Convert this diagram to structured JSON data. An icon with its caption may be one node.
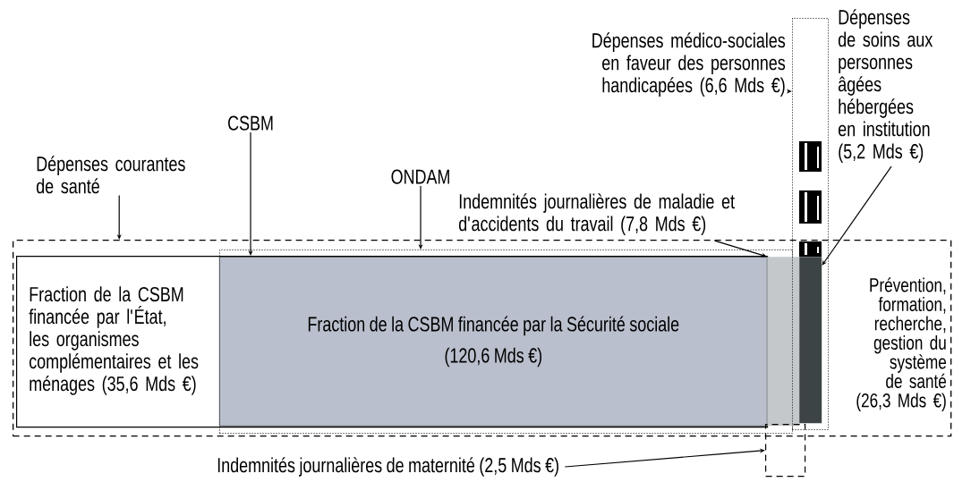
{
  "diagram": {
    "nodes": [
      {
        "text": [
          "Dépenses courantes de santé"
        ]
      },
      {
        "text": [],
        "shape": "box"
      },
      {
        "text": [
          "CSBM"
        ]
      },
      {
        "text": [],
        "shape": "box",
        "in": 1
      },
      {
        "text": [
          "Fraction de la CSBM financée par l'État, les organismes complémentaires et les ménages (35,6 Mds €)"
        ],
        "in": 3
      },
      {
        "text": [
          "ONDAM"
        ]
      },
      {
        "text": [],
        "shape": "box",
        "in": 1
      },
      {
        "text": [
          "Fraction de la CSBM financée par la Sécurité sociale",
          "(120,6 Mds €)"
        ],
        "in": 3
      },
      {
        "text": [
          "Indemnités journalières de maladie et d'accidents du travail (7,8 Mds €)"
        ]
      },
      {
        "text": [],
        "shape": "bar",
        "in": 6
      },
      {
        "text": [
          "Dépenses médico-sociales en faveur des personnes handicapées (6,6 Mds €)"
        ]
      },
      {
        "text": [],
        "shape": "box"
      },
      {
        "text": [
          "Dépenses de soins aux personnes âgées hébergées en institution (5,2 Mds €)"
        ]
      },
      {
        "text": [],
        "shape": "bar"
      },
      {
        "text": [
          "Prévention, formation, recherche, gestion du système de santé (26,3 Mds €)"
        ],
        "in": 1
      },
      {
        "text": [
          "Indemnités journalières de maternité (2,5 Mds €)"
        ]
      },
      {
        "text": [],
        "shape": "box"
      }
    ],
    "edges": [
      {
        "from": 0,
        "to": 1,
        "arrow": "to"
      },
      {
        "from": 2,
        "to": 3,
        "arrow": "to"
      },
      {
        "from": 5,
        "to": 6,
        "arrow": "to"
      },
      {
        "from": 8,
        "to": 9,
        "arrow": "to"
      },
      {
        "from": 10,
        "to": 11,
        "arrow": "to"
      },
      {
        "from": 12,
        "to": 13,
        "arrow": "to"
      },
      {
        "from": 15,
        "to": 16,
        "arrow": "to"
      }
    ]
  }
}
